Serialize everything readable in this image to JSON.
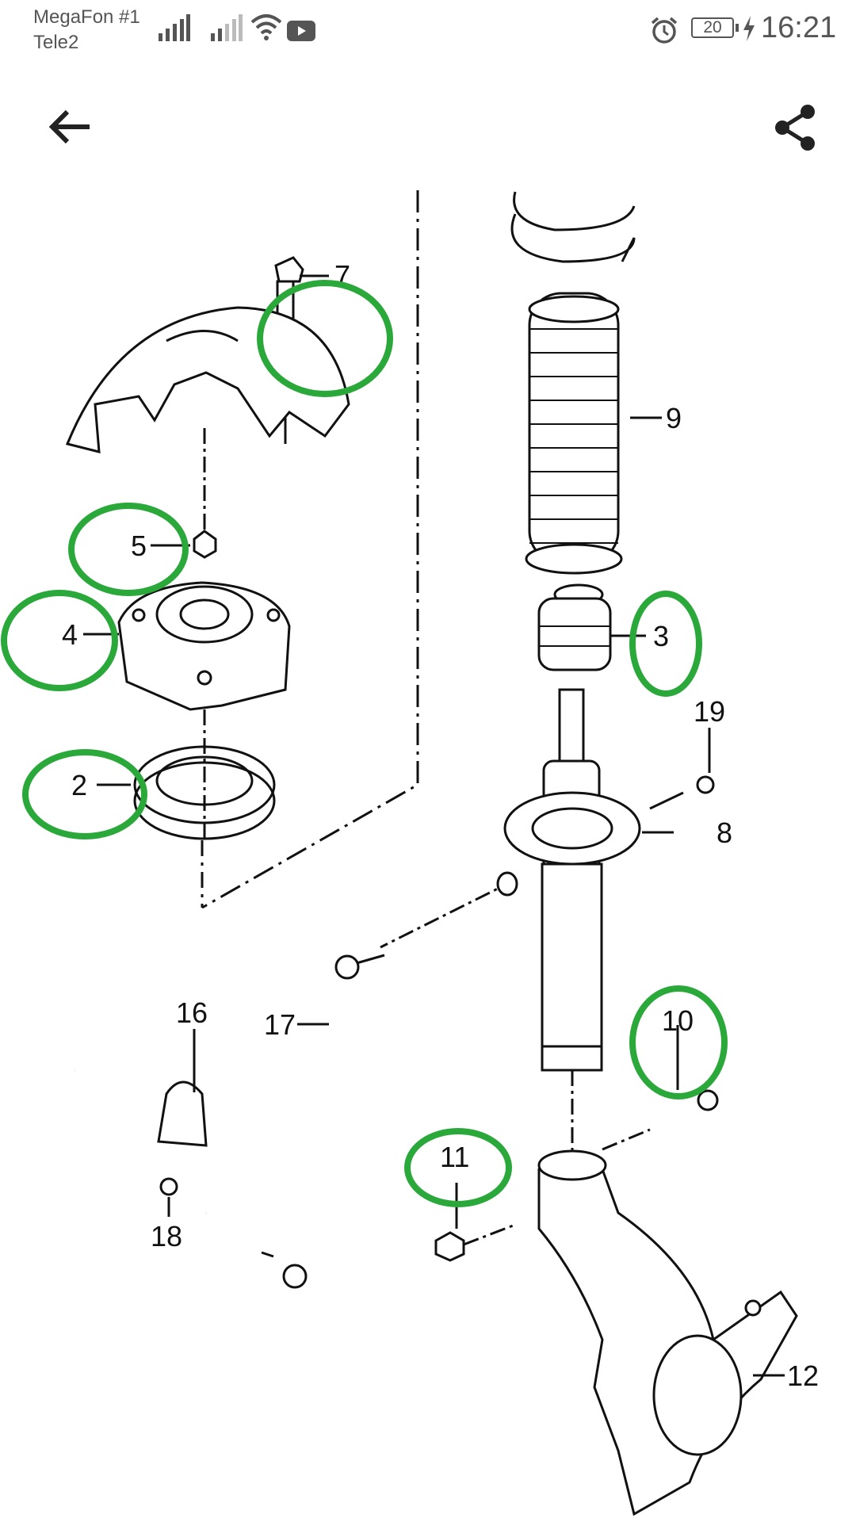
{
  "status_bar": {
    "carrier_1": "MegaFon #1",
    "carrier_2": "Tele2",
    "battery_level": "20",
    "time": "16:21",
    "icons": [
      "signal-icon",
      "signal-icon",
      "wifi-icon",
      "youtube-icon",
      "alarm-icon",
      "battery-icon",
      "charging-icon"
    ]
  },
  "app_bar": {
    "back_icon": "arrow-left-icon",
    "share_icon": "share-icon"
  },
  "diagram": {
    "callouts": {
      "c7": "7",
      "c9": "9",
      "c5": "5",
      "c4": "4",
      "c3": "3",
      "c19": "19",
      "c2": "2",
      "c8": "8",
      "c16": "16",
      "c17": "17",
      "c10": "10",
      "c11": "11",
      "c18": "18",
      "c12": "12"
    },
    "highlighted": [
      "7",
      "5",
      "4",
      "3",
      "2",
      "10",
      "11"
    ],
    "highlight_color": "#2aa83a"
  }
}
